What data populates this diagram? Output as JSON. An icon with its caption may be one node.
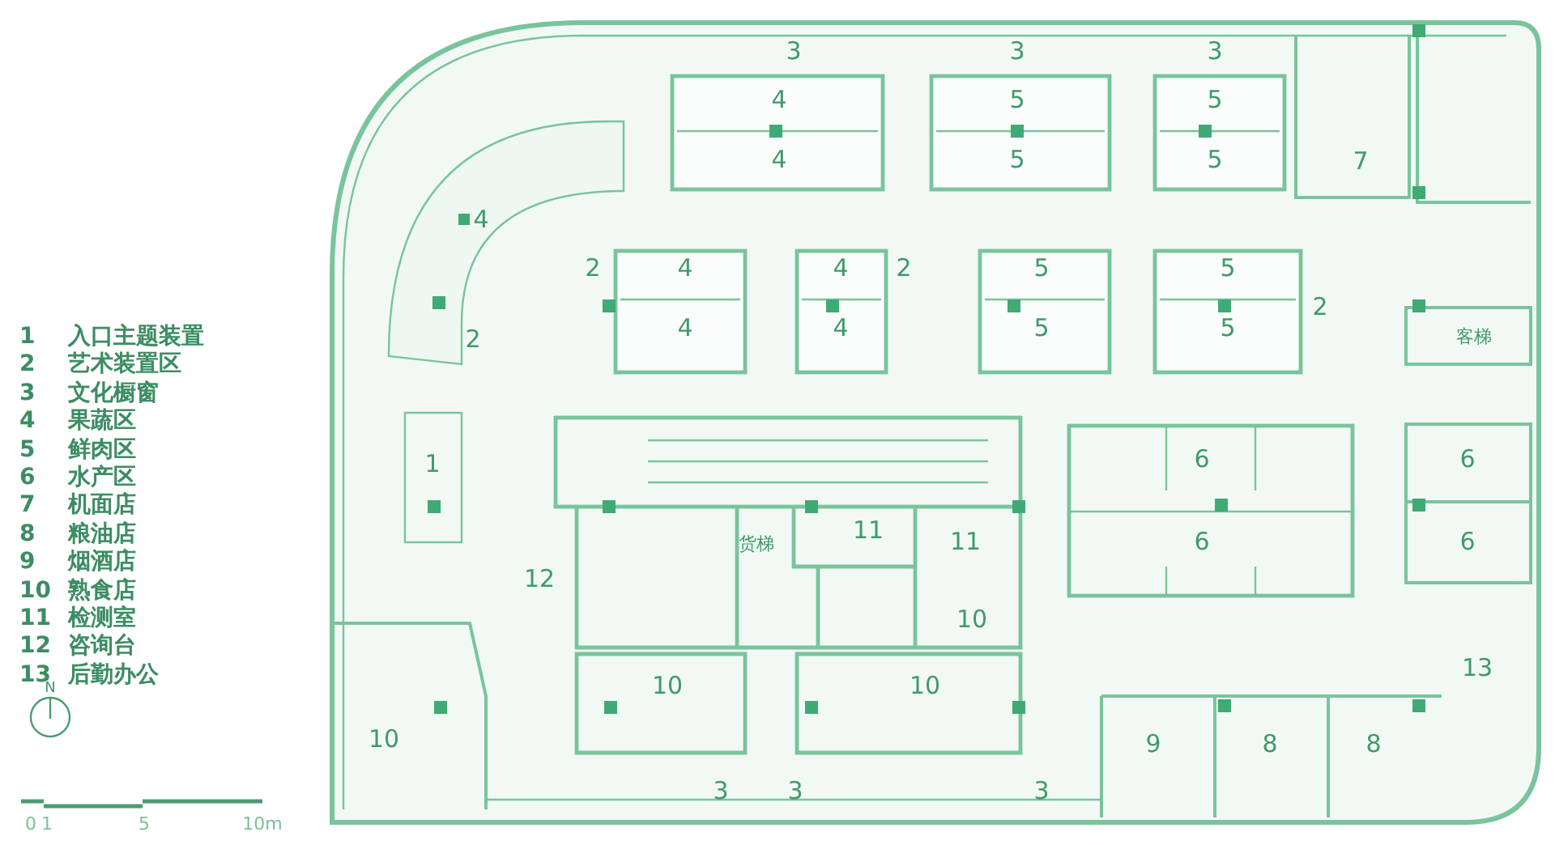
{
  "diagram": {
    "labels": [
      "1",
      "入口主题装置",
      "2",
      "艺术装置区",
      "3",
      "文化橱窗",
      "4",
      "果蔬区",
      "5",
      "鲜肉区",
      "6",
      "水产区",
      "7",
      "机面店",
      "8",
      "粮油店",
      "9",
      "烟酒店",
      "10",
      "熟食店",
      "11",
      "检测室",
      "12",
      "咨询台",
      "13",
      "后勤办公",
      "3",
      "3",
      "3",
      "4",
      "5",
      "5",
      "4",
      "5",
      "5",
      "7",
      "4",
      "2",
      "4",
      "4",
      "2",
      "5",
      "5",
      "2",
      "4",
      "4",
      "5",
      "5",
      "2",
      "客梯",
      "1",
      "6",
      "6",
      "货梯",
      "11",
      "11",
      "6",
      "6",
      "12",
      "10",
      "13",
      "10",
      "10",
      "N",
      "10",
      "9",
      "8",
      "8",
      "3",
      "3",
      "3",
      "0",
      "1",
      "5",
      "10m"
    ]
  }
}
